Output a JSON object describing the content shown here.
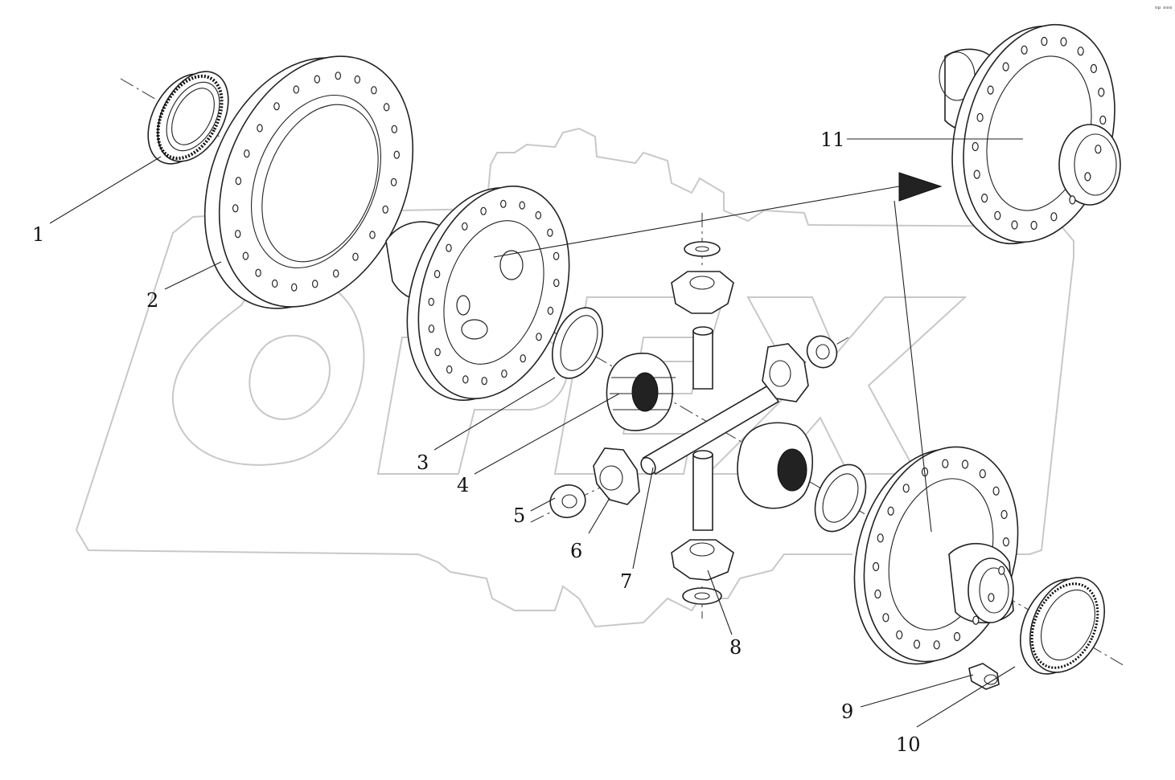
{
  "diagram": {
    "callouts": [
      {
        "id": "1",
        "label": "1"
      },
      {
        "id": "2",
        "label": "2"
      },
      {
        "id": "3",
        "label": "3"
      },
      {
        "id": "4",
        "label": "4"
      },
      {
        "id": "5",
        "label": "5"
      },
      {
        "id": "6",
        "label": "6"
      },
      {
        "id": "7",
        "label": "7"
      },
      {
        "id": "8",
        "label": "8"
      },
      {
        "id": "9",
        "label": "9"
      },
      {
        "id": "10",
        "label": "10"
      },
      {
        "id": "11",
        "label": "11"
      }
    ],
    "corner_mark": "ᵒᵖ ᵉᵉᵉ",
    "colors": {
      "line": "#222222",
      "watermark": "#c8c8c8",
      "background": "#ffffff"
    }
  }
}
